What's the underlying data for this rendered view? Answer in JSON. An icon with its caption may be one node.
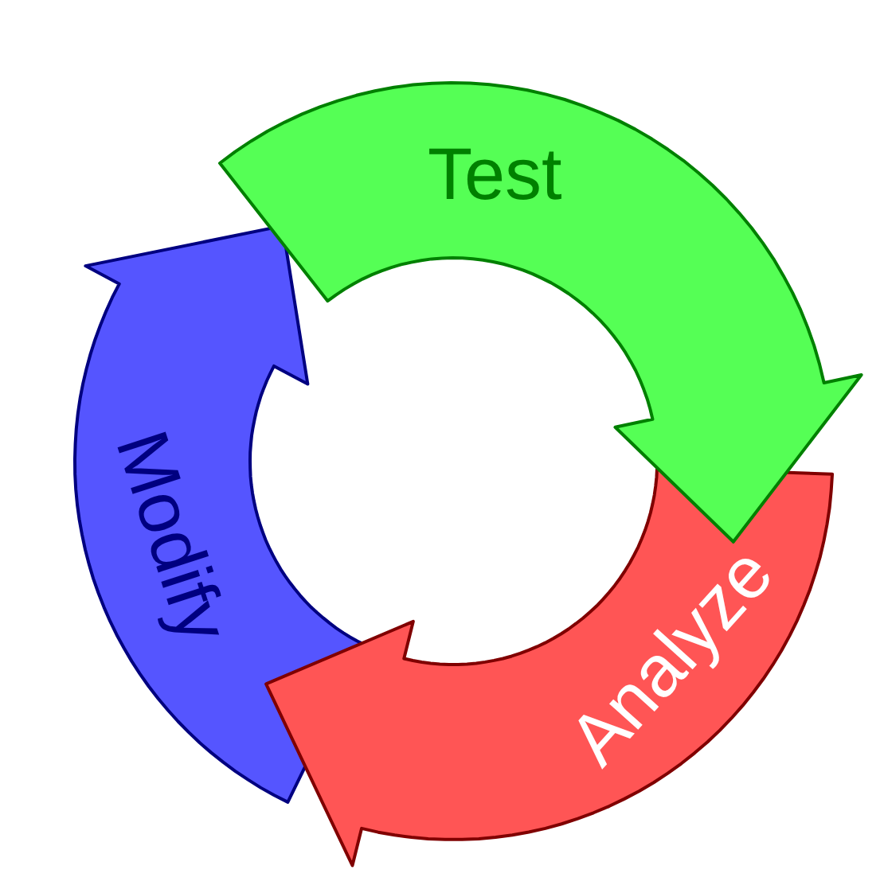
{
  "diagram": {
    "nodes": [
      {
        "text": [
          "Test"
        ]
      },
      {
        "text": [
          "Analyze"
        ]
      },
      {
        "text": [
          "Modify"
        ]
      }
    ]
  }
}
